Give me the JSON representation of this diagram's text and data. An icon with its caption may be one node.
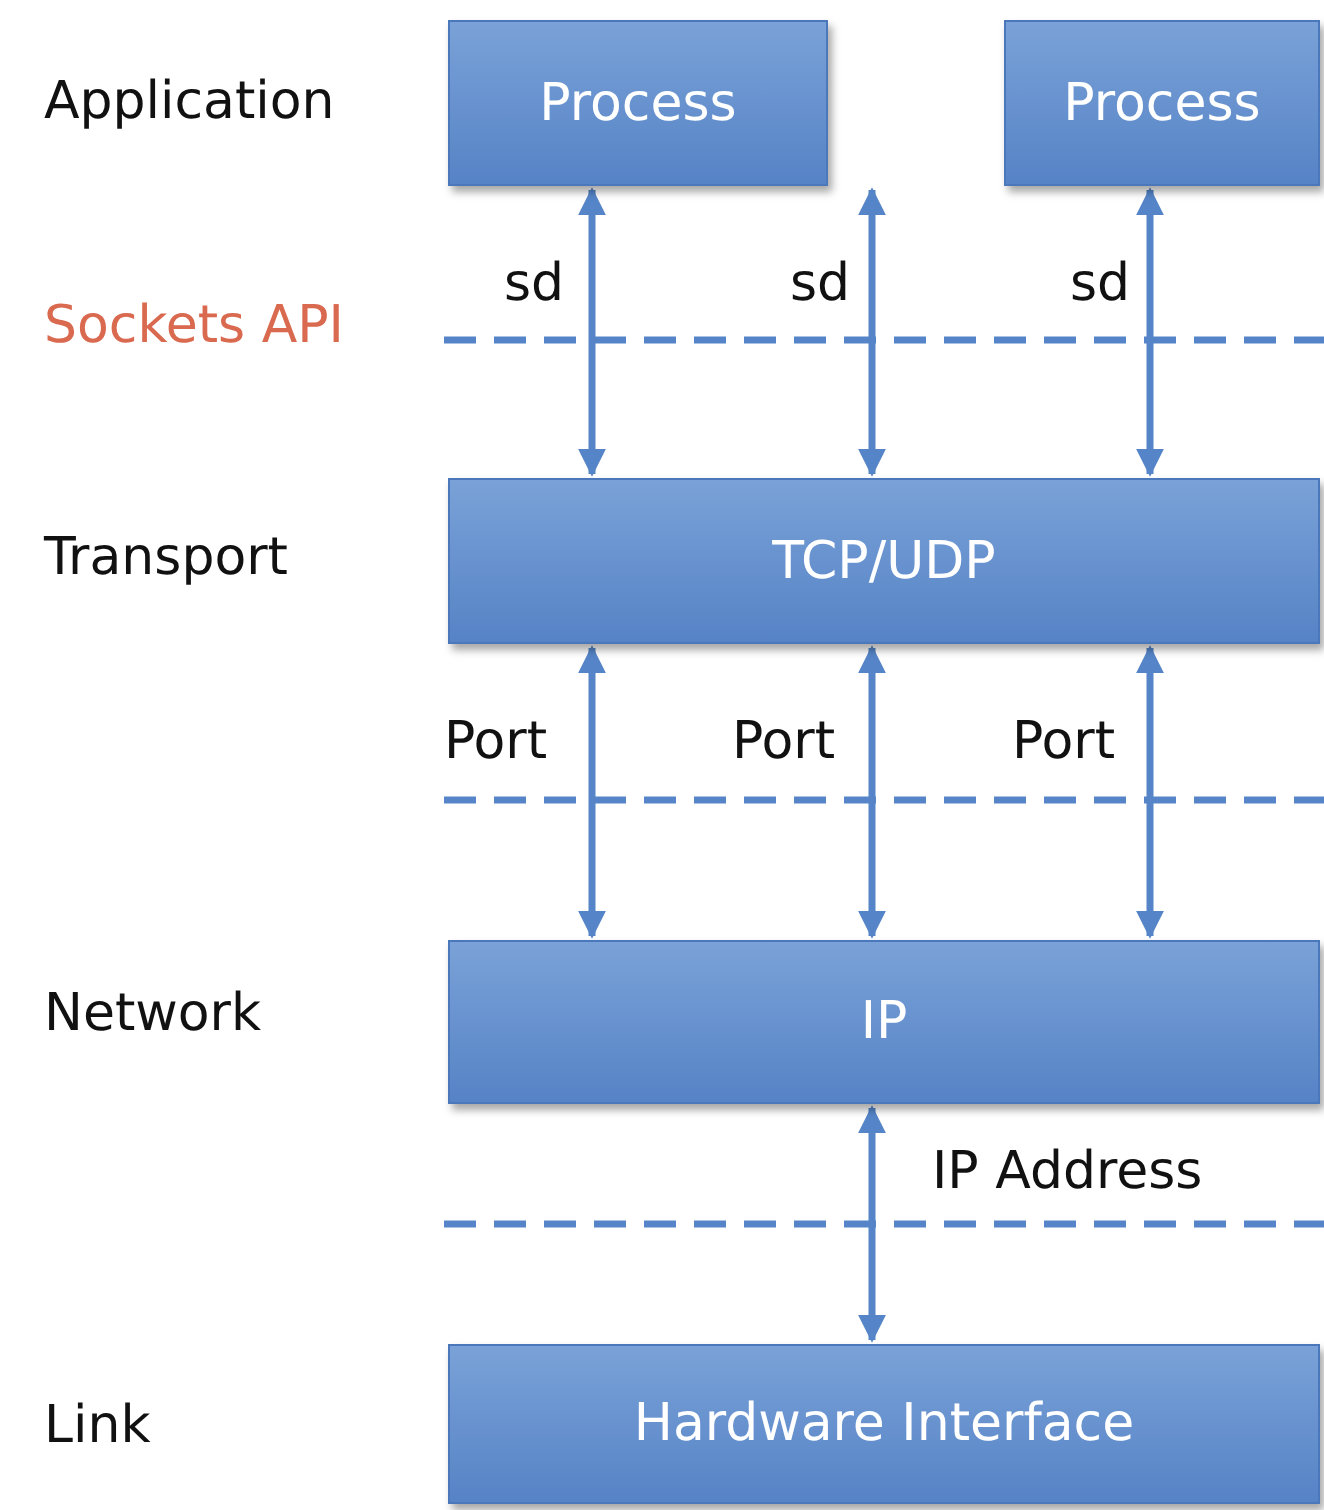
{
  "diagram": {
    "nodes": [
      {
        "text": [
          "Process"
        ]
      },
      {
        "text": [
          "Process"
        ]
      },
      {
        "text": [
          "TCP/UDP"
        ]
      },
      {
        "text": [
          "IP"
        ]
      },
      {
        "text": [
          "Hardware Interface"
        ]
      }
    ],
    "edges": [
      {
        "from": 0,
        "to": 2,
        "arrow": "both",
        "label": "sd"
      },
      {
        "from": 0,
        "to": 2,
        "arrow": "both",
        "label": "sd"
      },
      {
        "from": 1,
        "to": 2,
        "arrow": "both",
        "label": "sd"
      },
      {
        "from": 2,
        "to": 3,
        "arrow": "both",
        "label": "Port"
      },
      {
        "from": 2,
        "to": 3,
        "arrow": "both",
        "label": "Port"
      },
      {
        "from": 2,
        "to": 3,
        "arrow": "both",
        "label": "Port"
      },
      {
        "from": 3,
        "to": 4,
        "arrow": "both",
        "label": "IP Address"
      }
    ],
    "labels": [
      "Application",
      "Sockets API",
      "Transport",
      "Network",
      "Link"
    ]
  }
}
